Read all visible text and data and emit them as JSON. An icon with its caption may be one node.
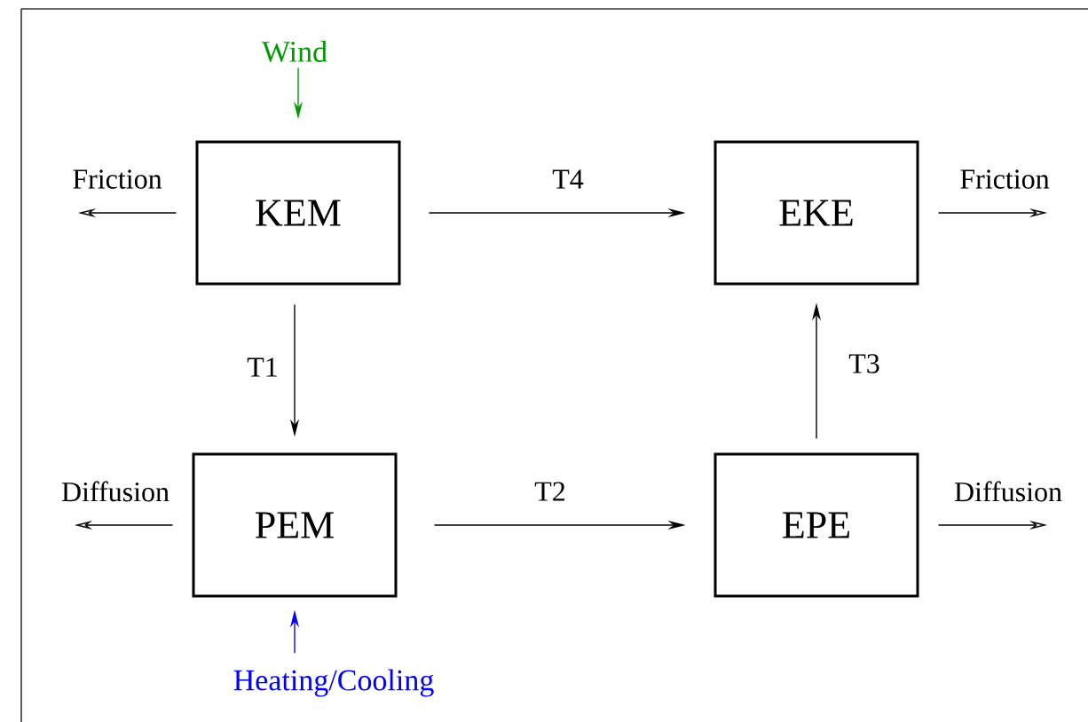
{
  "diagram": {
    "nodes": [
      {
        "text": [
          "KEM"
        ]
      },
      {
        "text": [
          "EKE"
        ]
      },
      {
        "text": [
          "PEM"
        ]
      },
      {
        "text": [
          "EPE"
        ]
      },
      {
        "text": [
          "Wind"
        ]
      },
      {
        "text": [
          "Heating/Cooling"
        ]
      }
    ],
    "edges": [
      {
        "from": 0,
        "to": 1,
        "arrow": "to",
        "label": "T4"
      },
      {
        "from": 0,
        "to": 2,
        "arrow": "to",
        "label": "T1"
      },
      {
        "from": 2,
        "to": 3,
        "arrow": "to",
        "label": "T2"
      },
      {
        "from": 3,
        "to": 1,
        "arrow": "to",
        "label": "T3"
      },
      {
        "from": 4,
        "to": 0,
        "arrow": "to",
        "color": "#009900"
      },
      {
        "from": 5,
        "to": 2,
        "arrow": "to",
        "color": "#0000ff"
      },
      {
        "from": 0,
        "to": null,
        "arrow": "to",
        "label": "Friction"
      },
      {
        "from": 1,
        "to": null,
        "arrow": "to",
        "label": "Friction"
      },
      {
        "from": 2,
        "to": null,
        "arrow": "to",
        "label": "Diffusion"
      },
      {
        "from": 3,
        "to": null,
        "arrow": "to",
        "label": "Diffusion"
      }
    ]
  }
}
